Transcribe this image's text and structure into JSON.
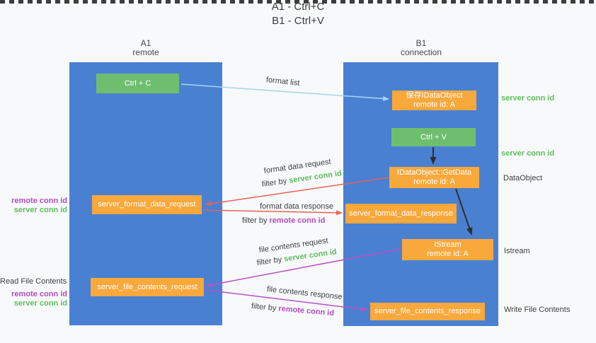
{
  "title": {
    "line1": "A1 - Ctrl+C",
    "line2": "B1 - Ctrl+V"
  },
  "lanes": {
    "left": {
      "name": "A1",
      "role": "remote"
    },
    "right": {
      "name": "B1",
      "role": "connection"
    }
  },
  "nodes": {
    "ctrl_c": {
      "label": "Ctrl + C"
    },
    "ctrl_v": {
      "label": "Ctrl + V"
    },
    "save_dataobject": {
      "line1": "保存IDataObject",
      "line2": "remote id: A"
    },
    "getdata": {
      "line1": "IDataObject::GetData",
      "line2": "remote id: A"
    },
    "istream": {
      "line1": "IStream",
      "line2": "remote id: A"
    },
    "format_request": {
      "label": "server_format_data_request"
    },
    "format_response": {
      "label": "server_format_data_response"
    },
    "file_request": {
      "label": "server_file_contents_request"
    },
    "file_response": {
      "label": "server_file_contents_response"
    }
  },
  "arrow_labels": {
    "format_list": "format list",
    "format_data_request": "format data request",
    "format_data_response": "format data response",
    "file_contents_request": "file contents request",
    "file_contents_response": "file contents response",
    "filter_by": "filter by",
    "server_conn_id": "server conn id",
    "remote_conn_id": "remote conn id"
  },
  "side_labels": {
    "server_conn_id_top": "server conn id",
    "server_conn_id_mid": "server conn id",
    "dataobject": "DataObject",
    "istream": "Istream",
    "write_file_contents": "Write File Contents",
    "read_file_contents": "Read File Contents",
    "remote_conn_id_left1": "remote conn id",
    "server_conn_id_left1": "server conn id",
    "remote_conn_id_left2": "remote conn id",
    "server_conn_id_left2": "server conn id"
  },
  "colors": {
    "lane_blue": "#4a80d2",
    "node_green": "#6fbe6f",
    "node_orange": "#f9a83c",
    "arrow_light_blue": "#a5d5ee",
    "arrow_red": "#e66259",
    "arrow_magenta": "#bb4fc4",
    "arrow_black": "#2f2f2f",
    "text_green": "#5cbd5c",
    "text_purple": "#b04cc0",
    "background": "#f8f9fa"
  }
}
